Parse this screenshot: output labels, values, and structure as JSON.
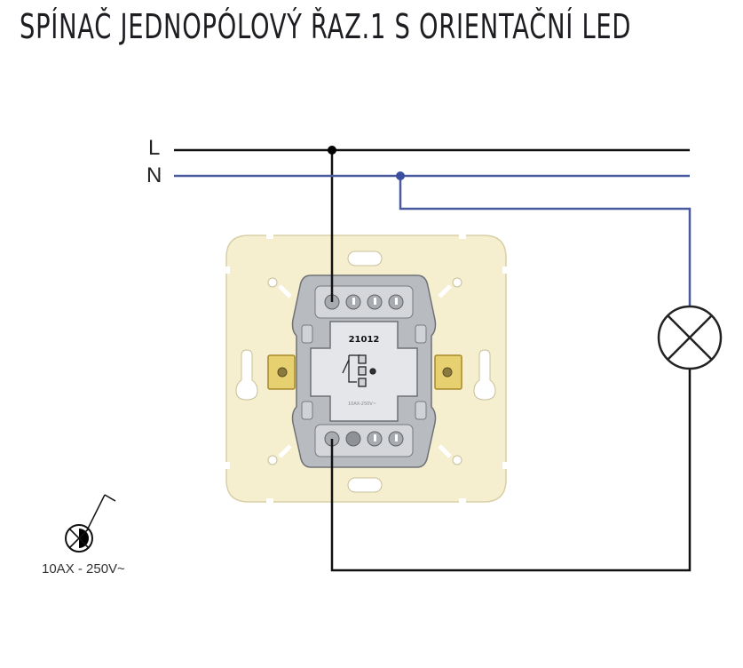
{
  "title": "SPÍNAČ JEDNOPÓLOVÝ ŘAZ.1 S ORIENTAČNÍ LED",
  "lines": {
    "live_label": "L",
    "neutral_label": "N"
  },
  "device": {
    "model_number": "21012"
  },
  "symbol": {
    "icon": "illuminated-switch-symbol-icon",
    "rating": "10AX - 250V~"
  },
  "lamp": {
    "icon": "lamp-symbol-icon"
  },
  "colors": {
    "live_wire": "#111111",
    "neutral_wire": "#4a5a9e",
    "plate": "#f5efcf",
    "plate_edge": "#c9c09a",
    "mechanism": "#c8cace",
    "terminal_brass": "#c9a93a"
  }
}
